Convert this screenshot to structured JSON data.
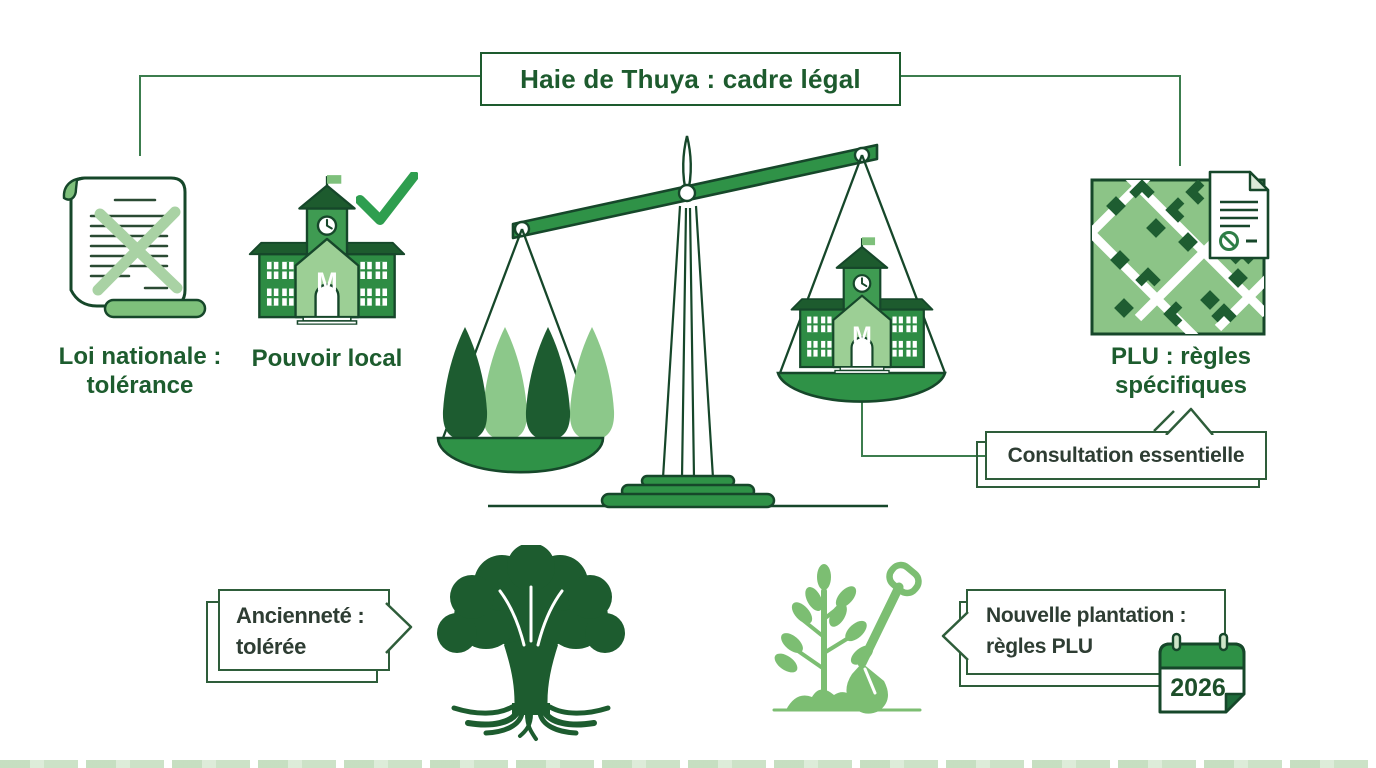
{
  "title": "Haie de Thuya : cadre légal",
  "nodes": {
    "law": {
      "line1": "Loi nationale :",
      "line2": "tolérance"
    },
    "local_power": {
      "label": "Pouvoir local"
    },
    "plu": {
      "line1": "PLU : règles",
      "line2": "spécifiques"
    }
  },
  "callouts": {
    "consultation": {
      "label": "Consultation essentielle"
    },
    "seniority": {
      "line1": "Ancienneté :",
      "line2": "tolérée"
    },
    "new_planting": {
      "line1": "Nouvelle plantation :",
      "line2": "règles PLU"
    }
  },
  "calendar": {
    "year": "2026"
  },
  "townhall": {
    "letter": "M"
  },
  "colors": {
    "outline_dark": "#16472a",
    "text_green": "#1d5c2e",
    "bubble_text": "#2e3d33",
    "mid_green": "#2f9247",
    "building_green": "#2e8c44",
    "light_green": "#8cc88a",
    "pale_green": "#9ccf95",
    "sapling_green": "#7cbe72",
    "cross_green": "#a9d2a4",
    "connector_green": "#3c7d4e",
    "map_green": "#8cc487",
    "block_green": "#1e5d31",
    "check_green": "#2e9e4f"
  }
}
